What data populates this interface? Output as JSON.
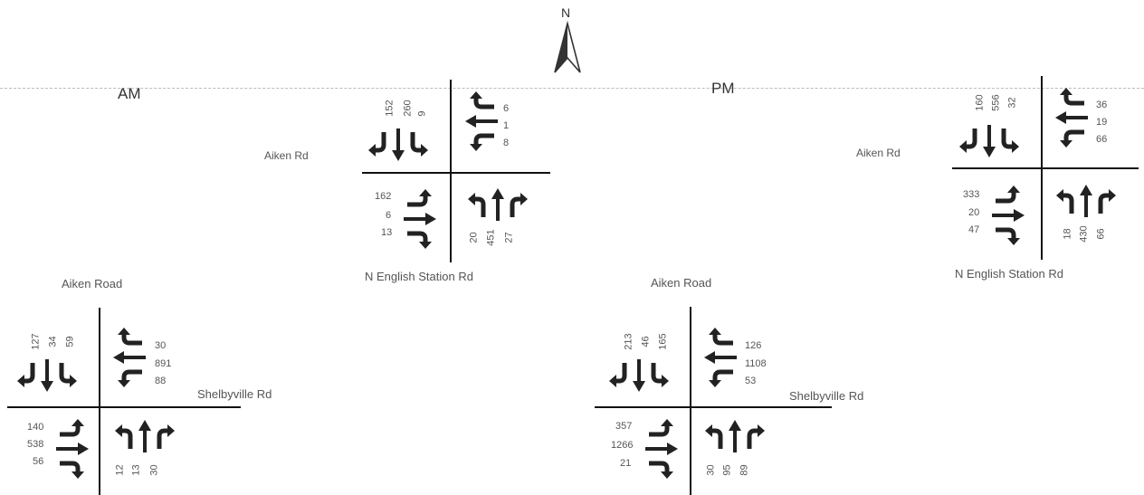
{
  "north_label": "N",
  "period_am": "AM",
  "period_pm": "PM",
  "intersections": {
    "am_english": {
      "road_name": "Aiken Rd",
      "cross_road": "N English Station Rd",
      "sb": [
        "152",
        "260",
        "9"
      ],
      "wb": [
        "6",
        "1",
        "8"
      ],
      "eb": [
        "162",
        "6",
        "13"
      ],
      "nb": [
        "20",
        "451",
        "27"
      ]
    },
    "pm_english": {
      "road_name": "Aiken Rd",
      "cross_road": "N English Station Rd",
      "sb": [
        "160",
        "556",
        "32"
      ],
      "wb": [
        "36",
        "19",
        "66"
      ],
      "eb": [
        "333",
        "20",
        "47"
      ],
      "nb": [
        "18",
        "430",
        "66"
      ]
    },
    "am_shelby": {
      "road_name": "Aiken Road",
      "cross_road": "Shelbyville Rd",
      "sb": [
        "127",
        "34",
        "59"
      ],
      "wb": [
        "30",
        "891",
        "88"
      ],
      "eb": [
        "140",
        "538",
        "56"
      ],
      "nb": [
        "12",
        "13",
        "30"
      ]
    },
    "pm_shelby": {
      "road_name": "Aiken Road",
      "cross_road": "Shelbyville Rd",
      "sb": [
        "213",
        "46",
        "165"
      ],
      "wb": [
        "126",
        "1108",
        "53"
      ],
      "eb": [
        "357",
        "1266",
        "21"
      ],
      "nb": [
        "30",
        "95",
        "89"
      ]
    }
  }
}
